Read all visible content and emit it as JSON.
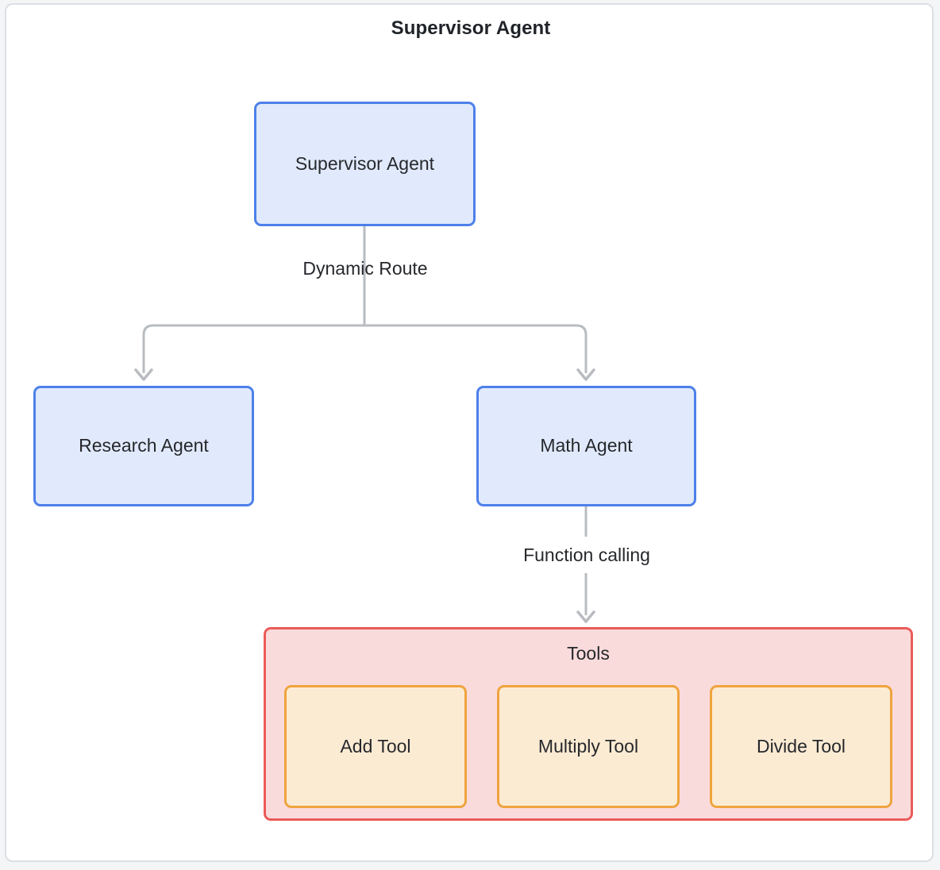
{
  "frame": {
    "title": "Supervisor Agent"
  },
  "nodes": {
    "supervisor": {
      "label": "Supervisor Agent"
    },
    "research": {
      "label": "Research Agent"
    },
    "math": {
      "label": "Math Agent"
    }
  },
  "subgraph": {
    "title": "Tools",
    "tools": [
      {
        "label": "Add Tool"
      },
      {
        "label": "Multiply Tool"
      },
      {
        "label": "Divide Tool"
      }
    ]
  },
  "edges": {
    "dynamic_route_label": "Dynamic Route",
    "function_calling_label": "Function calling"
  },
  "colors": {
    "page_background": "#f4f5f7",
    "frame_background": "#ffffff",
    "frame_border": "#dcdfe4",
    "agent_fill": "#e1eafc",
    "agent_border": "#4d80ea",
    "tools_group_fill": "#fadbdc",
    "tools_group_border": "#ea5b58",
    "tool_fill": "#fcebd3",
    "tool_border": "#efa43e",
    "edge_stroke": "#b8bcc0",
    "text": "#26282c"
  },
  "chart_data": {
    "type": "diagram",
    "title": "Supervisor Agent",
    "nodes": [
      {
        "id": "supervisor",
        "label": "Supervisor Agent",
        "kind": "agent"
      },
      {
        "id": "research",
        "label": "Research Agent",
        "kind": "agent"
      },
      {
        "id": "math",
        "label": "Math Agent",
        "kind": "agent"
      },
      {
        "id": "tools",
        "label": "Tools",
        "kind": "group"
      },
      {
        "id": "add",
        "label": "Add Tool",
        "kind": "tool",
        "parent": "tools"
      },
      {
        "id": "multiply",
        "label": "Multiply Tool",
        "kind": "tool",
        "parent": "tools"
      },
      {
        "id": "divide",
        "label": "Divide Tool",
        "kind": "tool",
        "parent": "tools"
      }
    ],
    "links": [
      {
        "from": "supervisor",
        "to": "research",
        "label": "Dynamic Route",
        "arrow": true
      },
      {
        "from": "supervisor",
        "to": "math",
        "label": "Dynamic Route",
        "arrow": true
      },
      {
        "from": "math",
        "to": "tools",
        "label": "Function calling",
        "arrow": true
      }
    ]
  }
}
